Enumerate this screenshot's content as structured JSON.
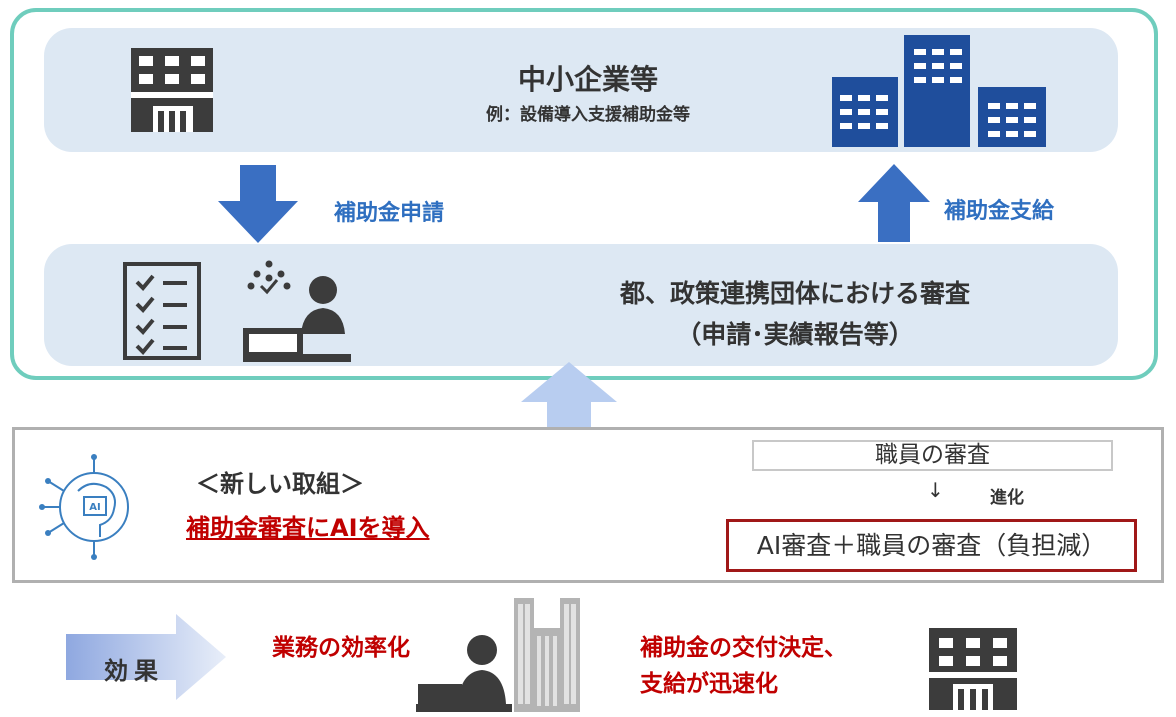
{
  "top": {
    "title": "中小企業等",
    "subtitle": "例：設備導入支援補助金等"
  },
  "flow": {
    "apply_label": "補助金申請",
    "pay_label": "補助金支給"
  },
  "review": {
    "title": "都、政策連携団体における審査",
    "subtitle": "（申請･実績報告等）"
  },
  "new_initiative": {
    "heading": "＜新しい取組＞",
    "ai_text": "補助金審査にAIを導入",
    "staff_review": "職員の審査",
    "evolve_arrow": "↓",
    "evolve_label": "進化",
    "ai_review": "AI審査＋職員の審査（負担減）",
    "ai_chip_label": "AI"
  },
  "effects": {
    "label": "効果",
    "efficiency": "業務の効率化",
    "speedup_line1": "補助金の交付決定、",
    "speedup_line2": "支給が迅速化"
  },
  "colors": {
    "frame": "#6fcdbd",
    "band": "#dde8f3",
    "arrow_blue": "#3a6fc2",
    "arrow_light": "#b8cdf0",
    "highlight_red": "#c00000",
    "building_dark": "#3c3c3c",
    "building_blue": "#1f4e9c"
  },
  "icons": [
    "office-building-icon",
    "buildings-group-icon",
    "checklist-icon",
    "clock-worker-icon",
    "ai-brain-icon",
    "desk-worker-icon",
    "government-building-icon"
  ]
}
